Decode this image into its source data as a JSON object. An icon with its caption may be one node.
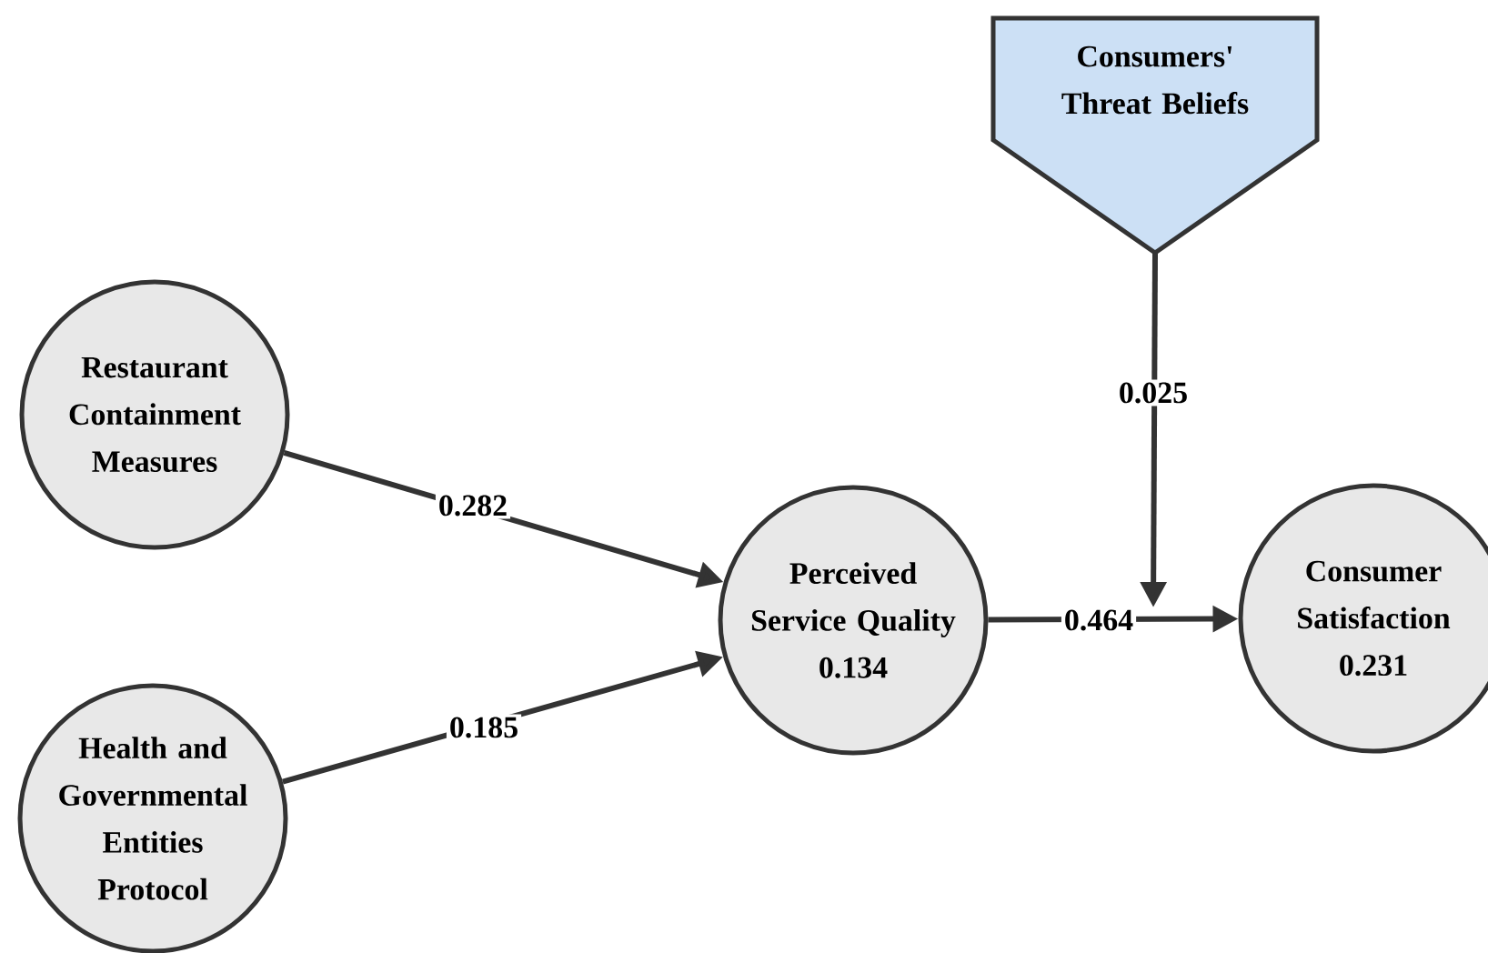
{
  "diagram": {
    "nodes": [
      {
        "text": [
          "Consumers' Threat Beliefs"
        ]
      },
      {
        "text": [
          "Restaurant Containment Measures"
        ]
      },
      {
        "text": [
          "Health and Governmental Entities Protocol"
        ]
      },
      {
        "text": [
          "Perceived Service Quality",
          "0.134"
        ]
      },
      {
        "text": [
          "Consumer Satisfaction",
          "0.231"
        ]
      }
    ],
    "edges": [
      {
        "from": 1,
        "to": 3,
        "arrow": "to",
        "label": "0.282"
      },
      {
        "from": 2,
        "to": 3,
        "arrow": "to",
        "label": "0.185"
      },
      {
        "from": 3,
        "to": 4,
        "arrow": "to",
        "label": "0.464"
      },
      {
        "from": 0,
        "to": null,
        "arrow": "to",
        "label": "0.025"
      }
    ]
  }
}
